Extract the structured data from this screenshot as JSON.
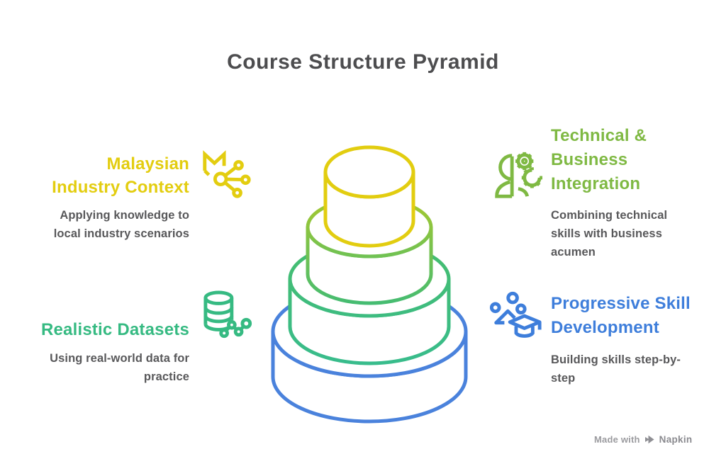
{
  "title": {
    "text": "Course Structure Pyramid",
    "color": "#4D4D4F"
  },
  "sections": {
    "top_left": {
      "heading": "Malaysian\nIndustry Context",
      "description": "Applying knowledge to\nlocal industry scenarios",
      "accent_color": "#E3CD10",
      "icon": "book-network-icon"
    },
    "top_right": {
      "heading": "Technical &\nBusiness\nIntegration",
      "description": "Combining technical\nskills with business\nacumen",
      "accent_color": "#7FB943",
      "icon": "person-gears-icon"
    },
    "bottom_left": {
      "heading": "Realistic Datasets",
      "description": "Using real-world data for\npractice",
      "accent_color": "#36BA82",
      "icon": "database-chart-icon"
    },
    "bottom_right": {
      "heading": "Progressive Skill\nDevelopment",
      "description": "Building skills step-by-\nstep",
      "accent_color": "#3E7EDB",
      "icon": "graduation-cap-dots-icon"
    }
  },
  "pyramid": {
    "tiers": [
      {
        "level": 1,
        "position": "top",
        "color": "#E2CD10"
      },
      {
        "level": 2,
        "position": "upper-middle",
        "color_top": "#A6C82E",
        "color_bottom": "#44BC72"
      },
      {
        "level": 3,
        "position": "lower-middle",
        "color_top": "#46BD6E",
        "color_bottom": "#38BC8C"
      },
      {
        "level": 4,
        "position": "bottom",
        "color": "#4A82DC"
      }
    ]
  },
  "text_color_body": "#58585A",
  "watermark": {
    "made_with": "Made with",
    "brand": "Napkin",
    "logo": "napkin-play-icon"
  }
}
